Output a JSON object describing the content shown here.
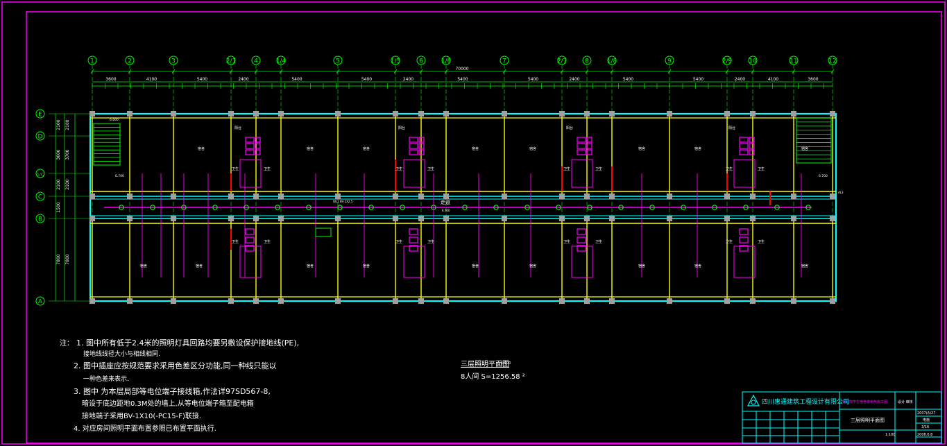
{
  "drawing": {
    "total_dimension": "70000",
    "axis_labels": [
      "1",
      "2",
      "3",
      "2/1",
      "4",
      "1/4",
      "5",
      "1/5",
      "6",
      "1/6",
      "7",
      "2/7",
      "8",
      "1/8",
      "9",
      "2/9",
      "10",
      "11",
      "12"
    ],
    "row_labels": [
      "E",
      "D",
      "1/C",
      "C",
      "B",
      "A"
    ],
    "bay_dims": [
      "3600",
      "4100",
      "5400",
      "2400",
      "5400",
      "5400",
      "2400",
      "5400",
      "5400",
      "2400",
      "5400",
      "5400",
      "2400",
      "4100",
      "3600"
    ],
    "row_dims_outer": [
      "2100",
      "3600",
      "2100",
      "1500",
      "7800"
    ],
    "row_dims_inner": [
      "2100",
      "3700",
      "2100",
      "7800"
    ],
    "room_label": "宿舍",
    "balcony_label": "阳台",
    "toilet_label": "卫生",
    "corridor_label": "走道",
    "elevation_tags": [
      "6.600",
      "6.700",
      "6.700"
    ],
    "cable_tag": "WL1 BV-2X2.5",
    "panel_tag": "AL3",
    "level_mark": "6.700"
  },
  "notes": {
    "heading": "注：",
    "items": [
      "1. 图中所有低于2.4米的照明灯具回路均要另敷设保护接地线(PE),",
      "接地线线径大小与相线相同.",
      "2. 图中插座应按规范要求采用色差区分功能,同一种线只能以",
      "一种色差来表示.",
      "3. 图中  为本层局部等电位端子接线箱,作法详97SD567-8,",
      "暗设于底边距地0.3M处的墙上,从等电位端子箱至配电箱",
      "接地端子采用BV-1X10(-PC15-F)联接.",
      "4. 对应房间照明平面布置参照已布置平面执行."
    ]
  },
  "caption": {
    "title": "三层照明平面图",
    "scale_tag": "1:100",
    "area": "8人间 S=1256.58 ²"
  },
  "title_block": {
    "company": "四川惠通建筑工程设计有限公司",
    "project": "某学院学生宿舍楼电气施工图",
    "drawing_title": "三层照明平面图",
    "field_a": "设计 审核",
    "field_b": "2007(A)27",
    "field_c": "电施",
    "field_d": "3/16",
    "field_e": "2008.6.8",
    "scale": "1:100"
  },
  "colors": {
    "frame": "#ff00ff",
    "grid": "#00ff00",
    "wall": "#ffff00",
    "outline": "#00ffff",
    "column": "#a0a0a0",
    "wiring": "#ff00ff",
    "red": "#ff0000",
    "text": "#ffffff"
  }
}
